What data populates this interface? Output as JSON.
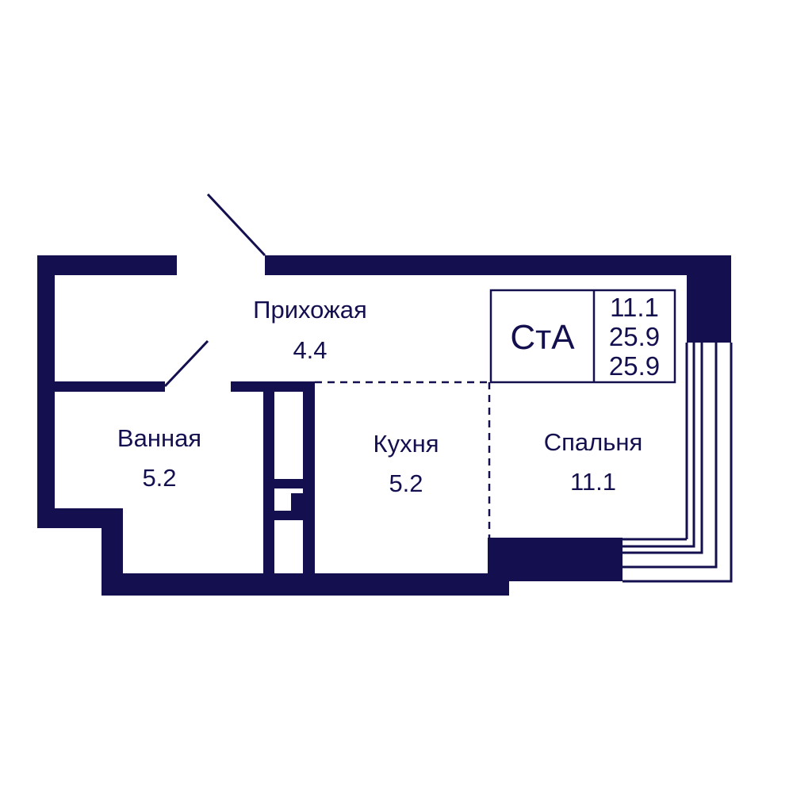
{
  "colors": {
    "wall": "#14104f",
    "background": "#ffffff"
  },
  "rooms": [
    {
      "id": "hallway",
      "name": "Прихожая",
      "area": "4.4"
    },
    {
      "id": "bathroom",
      "name": "Ванная",
      "area": "5.2"
    },
    {
      "id": "kitchen",
      "name": "Кухня",
      "area": "5.2"
    },
    {
      "id": "bedroom",
      "name": "Спальня",
      "area": "11.1"
    }
  ],
  "badge": {
    "code": "СтА",
    "living_area": "11.1",
    "total_area": "25.9",
    "total_area_with_balcony": "25.9"
  }
}
